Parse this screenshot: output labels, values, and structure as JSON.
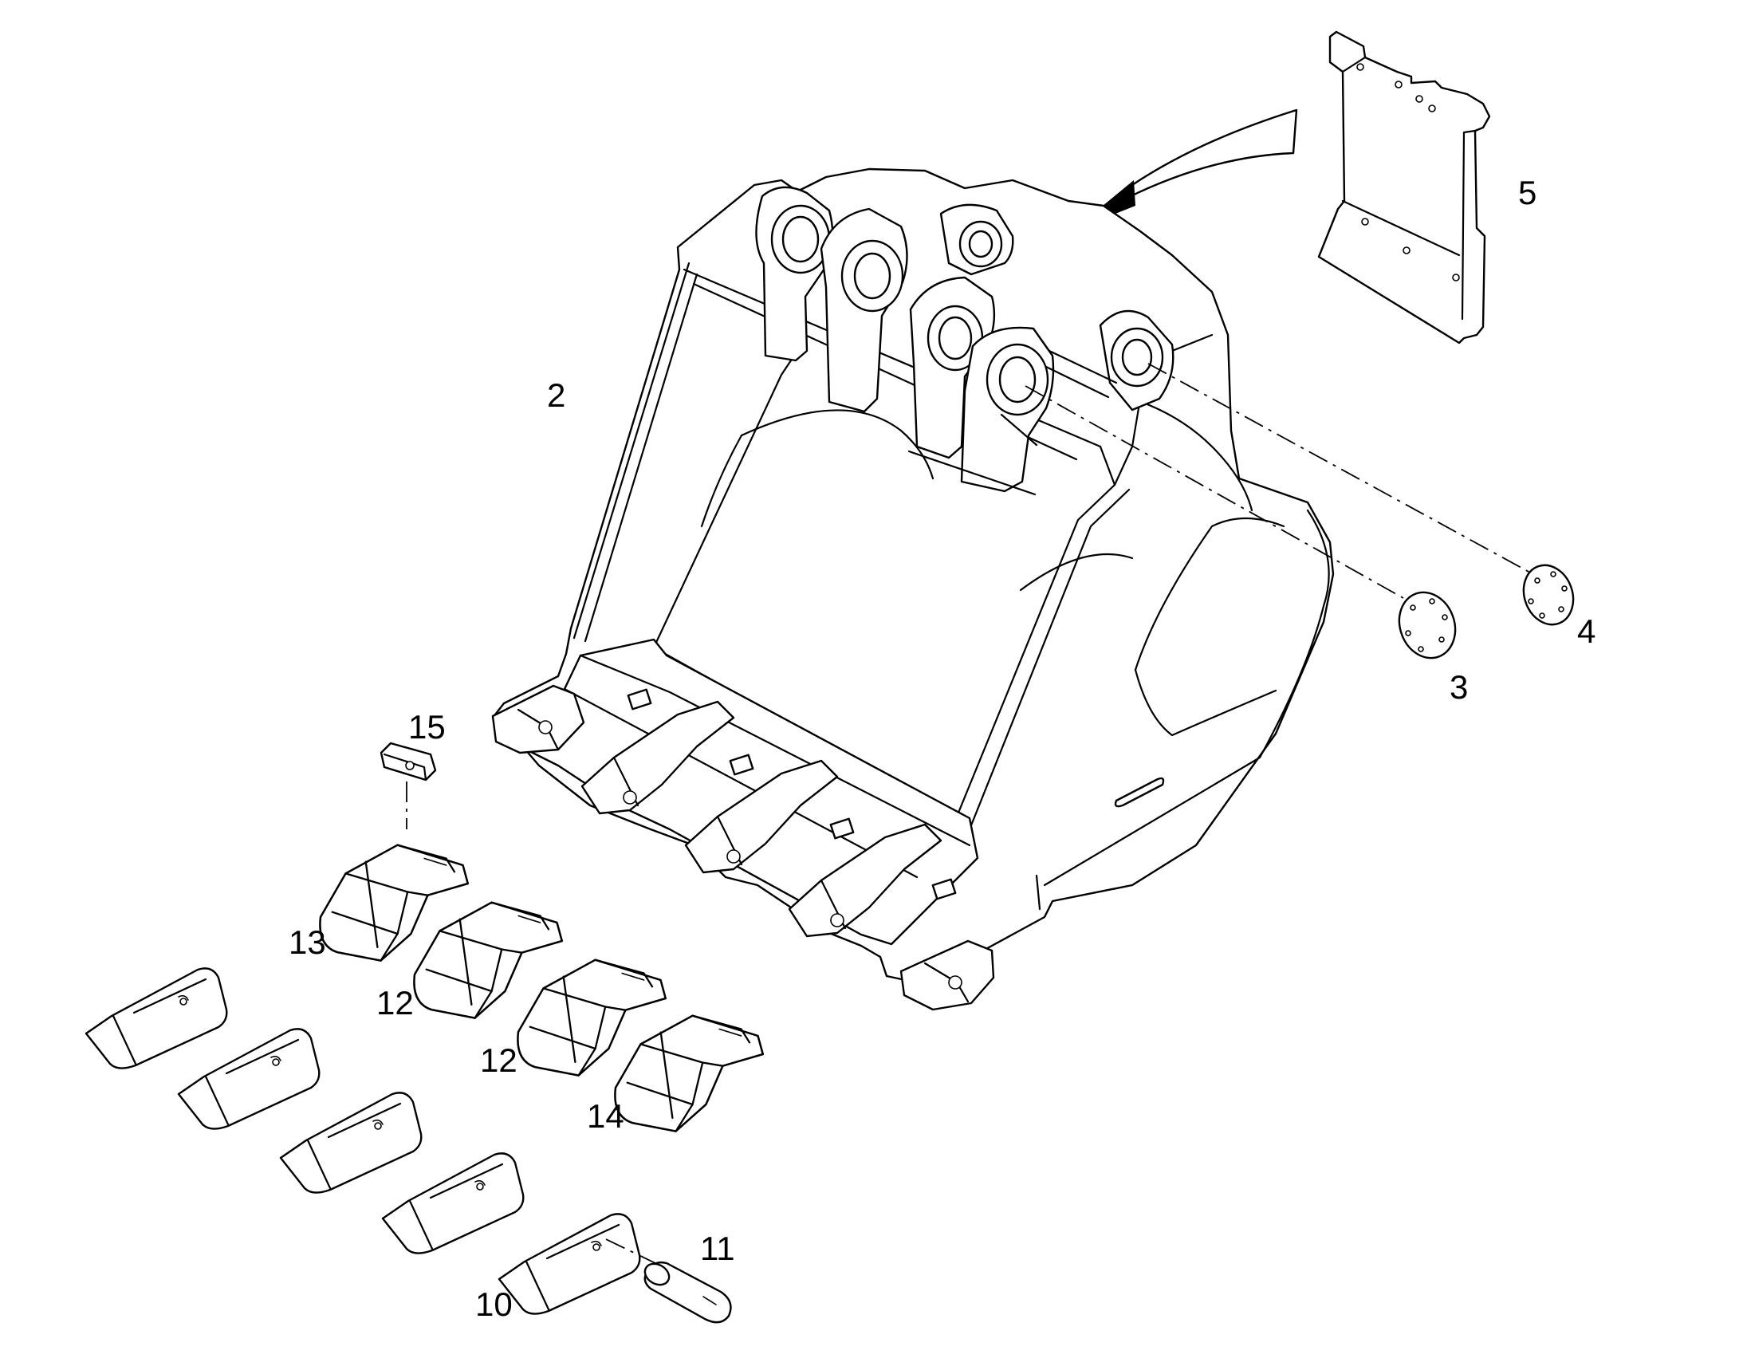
{
  "diagram": {
    "callouts": {
      "c2": "2",
      "c3": "3",
      "c4": "4",
      "c5": "5",
      "c10": "10",
      "c11": "11",
      "c12a": "12",
      "c12b": "12",
      "c13": "13",
      "c14": "14",
      "c15": "15"
    },
    "colors": {
      "line": "#000000",
      "background": "#ffffff"
    }
  }
}
